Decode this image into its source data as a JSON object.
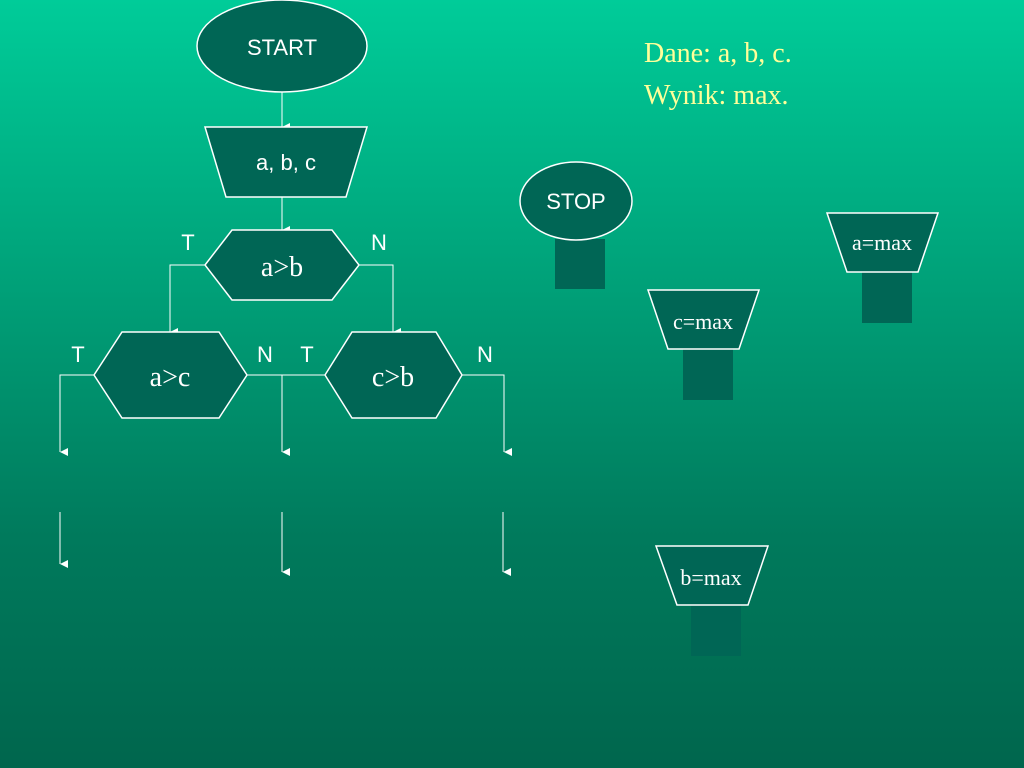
{
  "header": {
    "given": "Dane: a, b, c.",
    "result": "Wynik: max."
  },
  "nodes": {
    "start": "START",
    "input": "a, b, c",
    "cond_ab": "a>b",
    "cond_ac": "a>c",
    "cond_cb": "c>b",
    "stop": "STOP",
    "assign_a": "a=max",
    "assign_c": "c=max",
    "assign_b": "b=max"
  },
  "branch_labels": {
    "ab_true": "T",
    "ab_false": "N",
    "ac_true": "T",
    "ac_false": "N",
    "cb_true": "T",
    "cb_false": "N"
  },
  "colors": {
    "node_fill": "#006655",
    "stroke": "#ffffff",
    "text": "#ffffff",
    "info_text": "#ffff99"
  }
}
